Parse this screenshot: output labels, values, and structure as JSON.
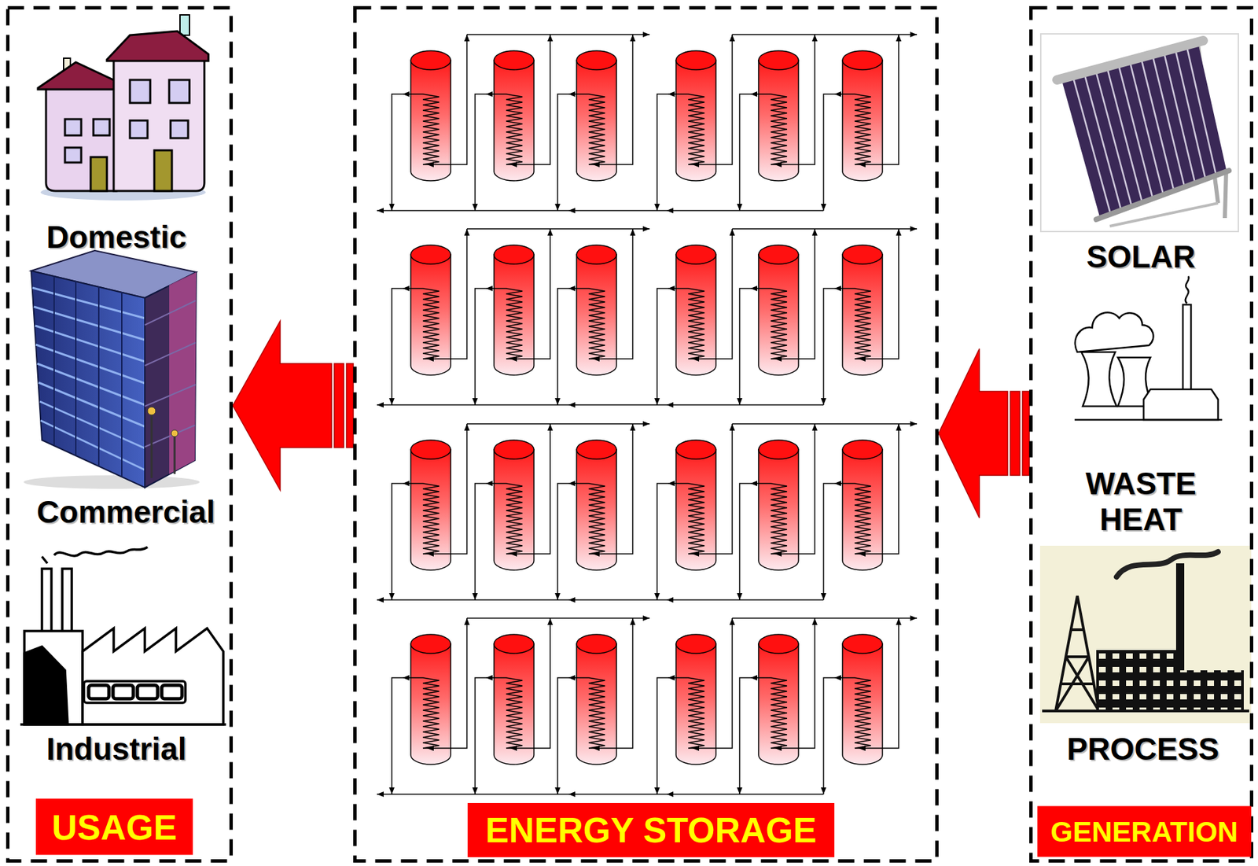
{
  "diagram": {
    "nodes": [
      {
        "text": [
          "Domestic",
          "Commercial",
          "Industrial",
          "USAGE"
        ]
      },
      {
        "text": [
          "ENERGY STORAGE"
        ]
      },
      {
        "text": [
          "SOLAR",
          "WASTE HEAT",
          "PROCESS",
          "GENERATION"
        ]
      }
    ],
    "edges": [
      {
        "from": 2,
        "to": 1,
        "arrow": "to"
      },
      {
        "from": 1,
        "to": 0,
        "arrow": "to"
      }
    ]
  }
}
